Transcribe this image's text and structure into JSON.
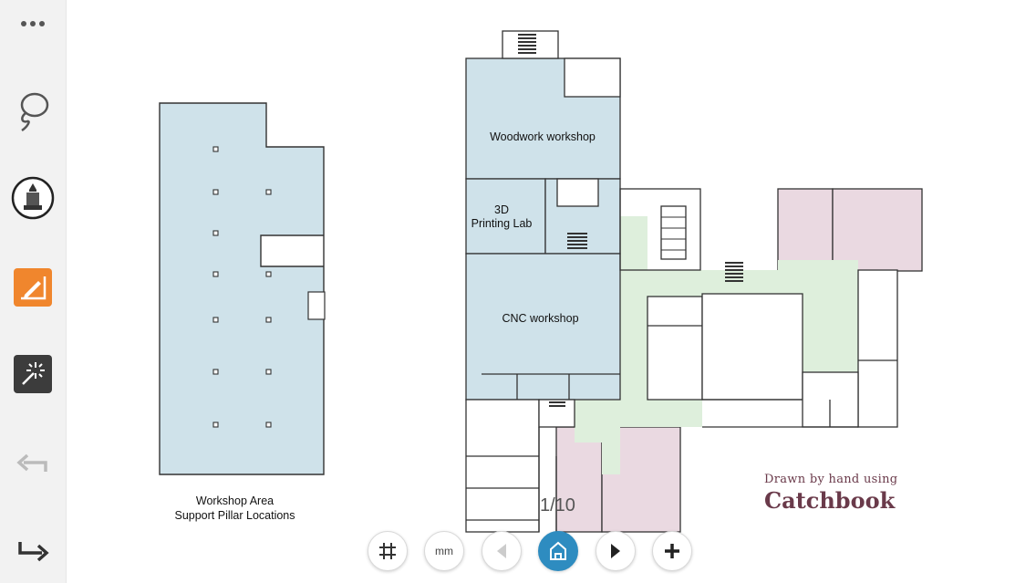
{
  "sidebar": {
    "tools": [
      {
        "icon": "more-icon"
      },
      {
        "icon": "lasso-icon"
      },
      {
        "icon": "stamp-icon"
      },
      {
        "icon": "draw-room-icon"
      },
      {
        "icon": "sparkle-icon"
      },
      {
        "icon": "undo-icon"
      },
      {
        "icon": "redo-icon"
      }
    ],
    "accent_color": "#f0862d"
  },
  "floorplan": {
    "rooms": {
      "woodwork": "Woodwork workshop",
      "printing_line1": "3D",
      "printing_line2": "Printing Lab",
      "cnc": "CNC workshop"
    },
    "caption_line1": "Workshop Area",
    "caption_line2": "Support Pillar Locations",
    "colors": {
      "workshop": "#cfe2ea",
      "corridor": "#deefdc",
      "pink": "#ead9e1",
      "wall": "#333333"
    }
  },
  "page_indicator": "1/10",
  "branding": {
    "line1": "Drawn by hand using",
    "line2": "Catchbook"
  },
  "toolbar": {
    "units_label": "mm"
  }
}
